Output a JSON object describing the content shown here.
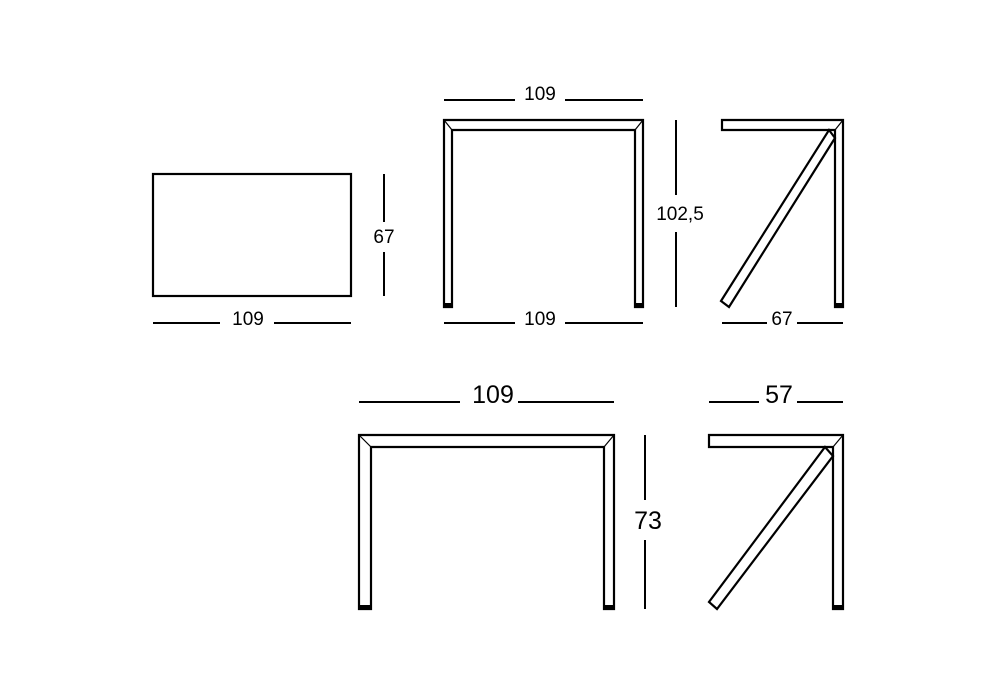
{
  "top_view": {
    "width_label": "109",
    "depth_label": "67"
  },
  "tall_front_view": {
    "top_width_label": "109",
    "bottom_width_label": "109",
    "height_label": "102,5"
  },
  "tall_side_view": {
    "depth_label": "67"
  },
  "low_front_view": {
    "width_label": "109",
    "height_label": "73"
  },
  "low_side_view": {
    "depth_label": "57"
  }
}
